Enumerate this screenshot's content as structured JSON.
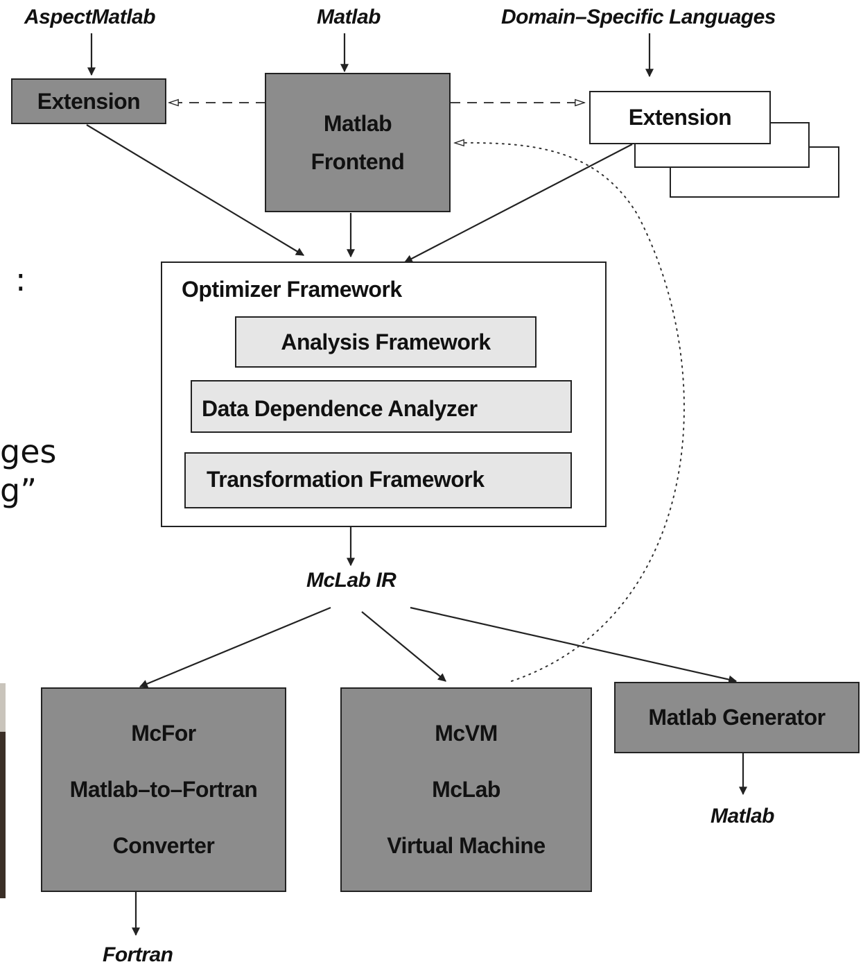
{
  "inputs": {
    "aspectmatlab": "AspectMatlab",
    "matlab": "Matlab",
    "dsl": "Domain–Specific Languages"
  },
  "extension_left": "Extension",
  "frontend": {
    "line1": "Matlab",
    "line2": "Frontend"
  },
  "extension_right": "Extension",
  "optimizer": {
    "title": "Optimizer Framework",
    "analysis": "Analysis Framework",
    "data_dependence": "Data Dependence Analyzer",
    "transformation": "Transformation Framework"
  },
  "ir_label": "McLab IR",
  "mcfor": {
    "line1": "McFor",
    "line2": "Matlab–to–Fortran",
    "line3": "Converter"
  },
  "mcvm": {
    "line1": "McVM",
    "line2": "McLab",
    "line3": "Virtual Machine"
  },
  "generator": "Matlab Generator",
  "outputs": {
    "matlab": "Matlab",
    "fortran": "Fortran"
  },
  "background_fragments": {
    "colon": ":",
    "ges": "ges",
    "g_quote": "g”"
  },
  "colors": {
    "dark_box": "#8c8c8c",
    "light_box": "#e6e6e6",
    "line": "#222222"
  }
}
